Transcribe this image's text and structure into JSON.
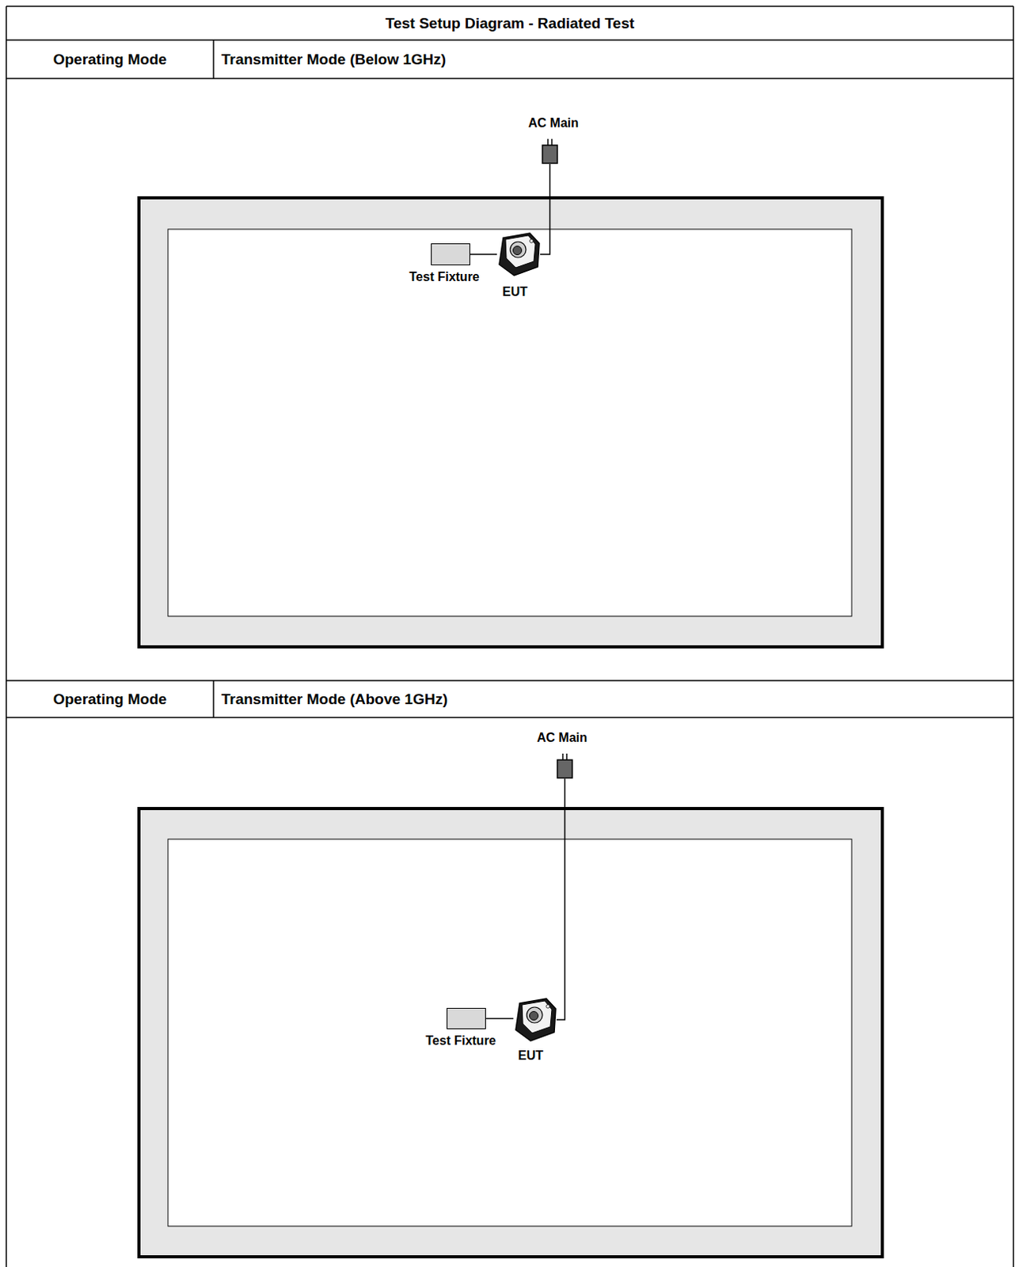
{
  "diagram": {
    "title": "Test Setup Diagram - Radiated Test",
    "nodes": [
      {
        "text": [
          "AC Main"
        ]
      },
      {
        "text": [
          "Test Fixture"
        ]
      },
      {
        "text": [
          "EUT"
        ]
      },
      {
        "text": [
          "AC Main"
        ]
      },
      {
        "text": [
          "Test Fixture"
        ]
      },
      {
        "text": [
          "EUT"
        ]
      }
    ],
    "edges": [
      {
        "from": 1,
        "to": 2,
        "arrow": "none"
      },
      {
        "from": 2,
        "to": 0,
        "arrow": "none"
      },
      {
        "from": 4,
        "to": 5,
        "arrow": "none"
      },
      {
        "from": 5,
        "to": 3,
        "arrow": "none"
      }
    ],
    "labels": [
      "Operating Mode",
      "Transmitter Mode (Below 1GHz)",
      "Operating Mode",
      "Transmitter Mode (Above 1GHz)"
    ]
  }
}
